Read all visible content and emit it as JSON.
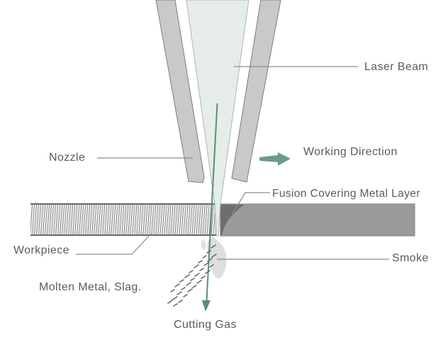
{
  "diagram": {
    "labels": {
      "laser_beam": "Laser Beam",
      "nozzle": "Nozzle",
      "working_direction": "Working Direction",
      "fusion_layer": "Fusion Covering Metal Layer",
      "workpiece": "Workpiece",
      "smoke": "Smoke",
      "molten_metal": "Molten Metal, Slag.",
      "cutting_gas": "Cutting Gas"
    },
    "icons": {
      "working_direction_arrow": "arrow-right",
      "cutting_gas_arrow": "arrow-down"
    },
    "colors": {
      "beam_fill": "#e4ebe6",
      "beam_edge": "#a3b5aa",
      "nozzle_fill": "#c9c9c9",
      "nozzle_edge": "#7d7d7d",
      "workpiece_right_fill": "#9a9a9a",
      "workpiece_right_edge": "#7f7f7f",
      "fusion_layer_fill": "#6e6e6e",
      "hatch_line": "#8d8d8d",
      "hatch_bg": "#efefef",
      "smoke_fill": "#d4d6d4",
      "arrow_green": "#6a9c85",
      "gas_line_green": "#5a8f77",
      "callout_line": "#8c8c8c",
      "label_text": "#5c5c5c",
      "speckle": "#666666"
    }
  }
}
